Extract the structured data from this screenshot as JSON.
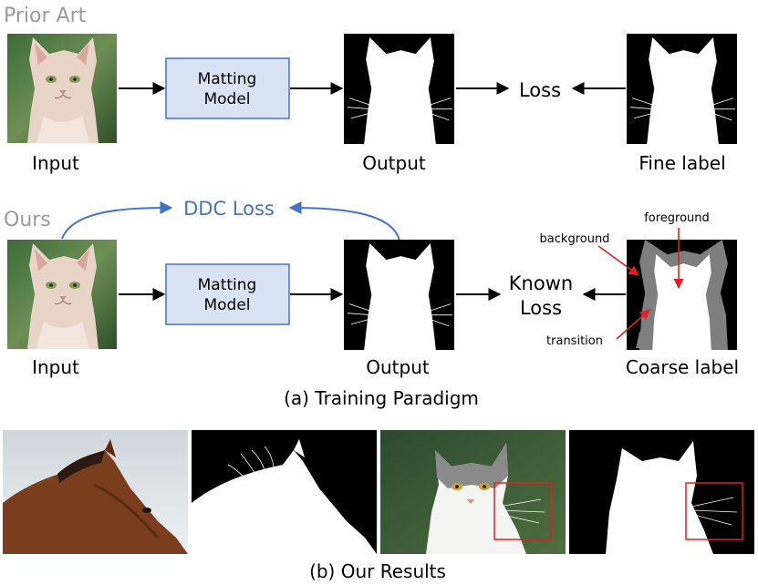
{
  "part_a": {
    "prior_art": {
      "heading": "Prior Art",
      "input_label": "Input",
      "model_label_line1": "Matting",
      "model_label_line2": "Model",
      "output_label": "Output",
      "loss_label": "Loss",
      "fine_label": "Fine label"
    },
    "ours": {
      "heading": "Ours",
      "ddc_loss": "DDC Loss",
      "input_label": "Input",
      "model_label_line1": "Matting",
      "model_label_line2": "Model",
      "output_label": "Output",
      "known_loss_line1": "Known",
      "known_loss_line2": "Loss",
      "coarse_label": "Coarse label",
      "annotation_background": "background",
      "annotation_foreground": "foreground",
      "annotation_transition": "transition"
    },
    "caption": "(a) Training Paradigm"
  },
  "part_b": {
    "caption": "(b) Our Results"
  },
  "colors": {
    "model_box_fill": "#dae3f3",
    "model_box_stroke": "#4472c4",
    "ddc_blue": "#4472c4",
    "heading_gray": "#9a9a9a",
    "annotation_red": "#e02020",
    "transition_gray": "#7f7f7f"
  }
}
